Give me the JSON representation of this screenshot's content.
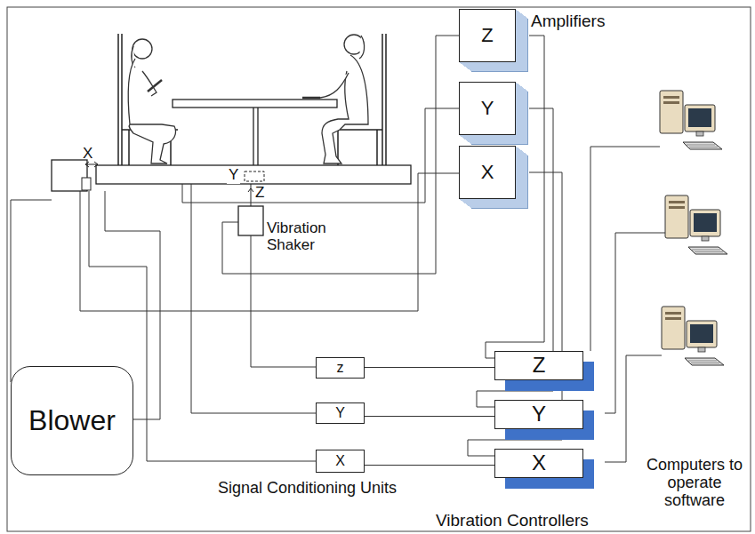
{
  "diagram": {
    "nodes": [
      {
        "text": [
          "Z"
        ]
      },
      {
        "text": [
          "Y"
        ]
      },
      {
        "text": [
          "X"
        ]
      },
      {
        "text": [
          "Blower"
        ]
      },
      {
        "text": [
          "z"
        ]
      },
      {
        "text": [
          "Z"
        ]
      },
      {
        "text": [
          "Y"
        ]
      },
      {
        "text": [
          "Y"
        ]
      },
      {
        "text": [
          "X"
        ]
      },
      {
        "text": [
          "X"
        ]
      }
    ],
    "edges": [
      {
        "from": 4,
        "to": 5,
        "arrow": "none"
      },
      {
        "from": 6,
        "to": 7,
        "arrow": "none"
      },
      {
        "from": 8,
        "to": 9,
        "arrow": "none"
      },
      {
        "from": 0,
        "to": 5,
        "arrow": "none"
      },
      {
        "from": 1,
        "to": 7,
        "arrow": "none"
      },
      {
        "from": 2,
        "to": 9,
        "arrow": "none"
      }
    ],
    "labels": [
      "Amplifiers",
      "X",
      "Y",
      "Z",
      "Vibration Shaker",
      "Signal Conditioning Units",
      "Vibration Controllers",
      "Computers to operate software"
    ]
  }
}
